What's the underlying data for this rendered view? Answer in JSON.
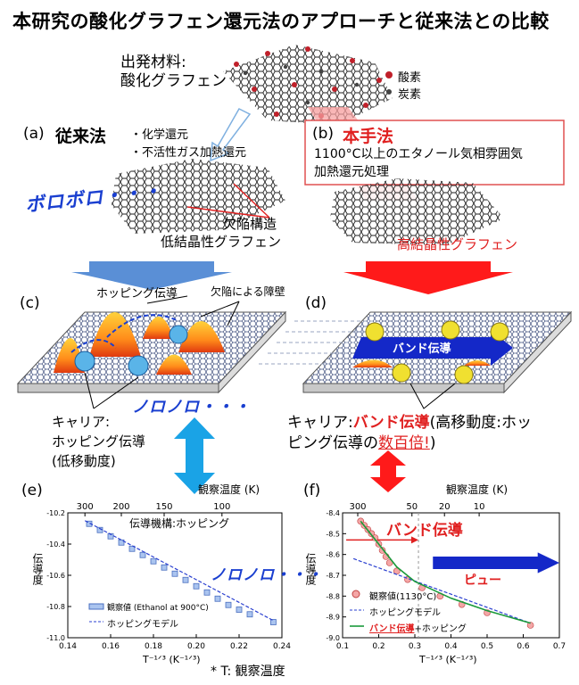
{
  "title": "本研究の酸化グラフェン還元法のアプローチと従来法との比較",
  "start": {
    "label_line1": "出発材料:",
    "label_line2": "酸化グラフェン"
  },
  "legend": {
    "oxygen": "酸素",
    "carbon": "炭素"
  },
  "panel_a": {
    "tag": "(a)",
    "name": "従来法",
    "methods": [
      "・化学還元",
      "・不活性ガス加熱還元"
    ],
    "boro": "ボロボロ・・・",
    "defect": "欠陥構造",
    "crystallinity": "低結晶性グラフェン"
  },
  "panel_b": {
    "tag": "(b)",
    "name": "本手法",
    "desc_line1": "1100°C以上のエタノール気相雰囲気",
    "desc_line2": "加熱還元処理",
    "crystallinity": "高結晶性グラフェン"
  },
  "panel_c": {
    "tag": "(c)",
    "hopping": "ホッピング伝導",
    "barrier": "欠陥による障壁",
    "noro": "ノロノロ・・・",
    "carrier_line1": "キャリア:",
    "carrier_line2": "ホッピング伝導",
    "carrier_line3": "(低移動度)"
  },
  "panel_d": {
    "tag": "(d)",
    "band": "バンド伝導",
    "carrier_pre": "キャリア:",
    "carrier_band": "バンド伝導",
    "carrier_mid": "(高移動度:ホッ",
    "carrier_line2_pre": "ピング伝導の",
    "carrier_line2_red": "数百倍!",
    "carrier_line2_post": ")"
  },
  "colors": {
    "blue_arrow": "#5a8fd6",
    "red_arrow": "#ff1a1a",
    "cyan_arrow": "#1aa3e6"
  },
  "chart_data": [
    {
      "type": "scatter",
      "tag": "(e)",
      "top_label": "観察温度 (K)",
      "top_ticks": [
        "300",
        "200",
        "150",
        "100"
      ],
      "xlabel": "T⁻¹ᐟ³ (K⁻¹ᐟ³)",
      "ylabel": "伝導度",
      "xlim": [
        0.14,
        0.24
      ],
      "ylim": [
        -11.0,
        -10.2
      ],
      "x_ticks": [
        "0.14",
        "0.16",
        "0.18",
        "0.20",
        "0.22",
        "0.24"
      ],
      "y_ticks": [
        "-10.2",
        "-10.4",
        "-10.6",
        "-10.8",
        "-11.0"
      ],
      "annotation_mechanism": "伝導機構:ホッピング",
      "annotation_noro": "ノロノロ・・・",
      "footnote": "* T:  観察温度",
      "series": [
        {
          "name": "観察値 (Ethanol at 900°C)",
          "x": [
            0.15,
            0.155,
            0.16,
            0.165,
            0.17,
            0.175,
            0.18,
            0.185,
            0.19,
            0.195,
            0.2,
            0.205,
            0.21,
            0.215,
            0.22,
            0.225,
            0.236
          ],
          "y": [
            -10.27,
            -10.31,
            -10.35,
            -10.39,
            -10.43,
            -10.47,
            -10.51,
            -10.55,
            -10.59,
            -10.63,
            -10.67,
            -10.71,
            -10.75,
            -10.79,
            -10.82,
            -10.85,
            -10.9
          ]
        },
        {
          "name": "ホッピングモデル",
          "x": [
            0.148,
            0.236
          ],
          "y": [
            -10.25,
            -10.89
          ]
        }
      ]
    },
    {
      "type": "scatter",
      "tag": "(f)",
      "top_label": "観察温度 (K)",
      "top_ticks": [
        "300",
        "50",
        "20",
        "10"
      ],
      "xlabel": "T⁻¹ᐟ³ (K⁻¹ᐟ³)",
      "ylabel": "伝導度",
      "xlim": [
        0.1,
        0.7
      ],
      "ylim": [
        -9.0,
        -8.4
      ],
      "x_ticks": [
        "0.1",
        "0.2",
        "0.3",
        "0.4",
        "0.5",
        "0.6",
        "0.7"
      ],
      "y_ticks": [
        "-8.4",
        "-8.5",
        "-8.6",
        "-8.7",
        "-8.8",
        "-8.9",
        "-9.0"
      ],
      "annotation_band": "バンド伝導",
      "annotation_view": "ピュー",
      "series": [
        {
          "name": "観察値(1130°C)",
          "x": [
            0.15,
            0.16,
            0.17,
            0.18,
            0.19,
            0.2,
            0.21,
            0.22,
            0.23,
            0.25,
            0.28,
            0.32,
            0.37,
            0.43,
            0.5,
            0.62
          ],
          "y": [
            -8.44,
            -8.46,
            -8.48,
            -8.5,
            -8.52,
            -8.55,
            -8.58,
            -8.61,
            -8.64,
            -8.68,
            -8.72,
            -8.76,
            -8.8,
            -8.84,
            -8.88,
            -8.94
          ]
        },
        {
          "name": "ホッピングモデル",
          "x": [
            0.13,
            0.62
          ],
          "y": [
            -8.62,
            -8.93
          ]
        },
        {
          "name_red": "バンド伝導",
          "name_rest": "+ホッピング",
          "x": [
            0.15,
            0.2,
            0.25,
            0.3,
            0.4,
            0.5,
            0.62
          ],
          "y": [
            -8.44,
            -8.55,
            -8.66,
            -8.73,
            -8.81,
            -8.87,
            -8.93
          ]
        }
      ]
    }
  ]
}
